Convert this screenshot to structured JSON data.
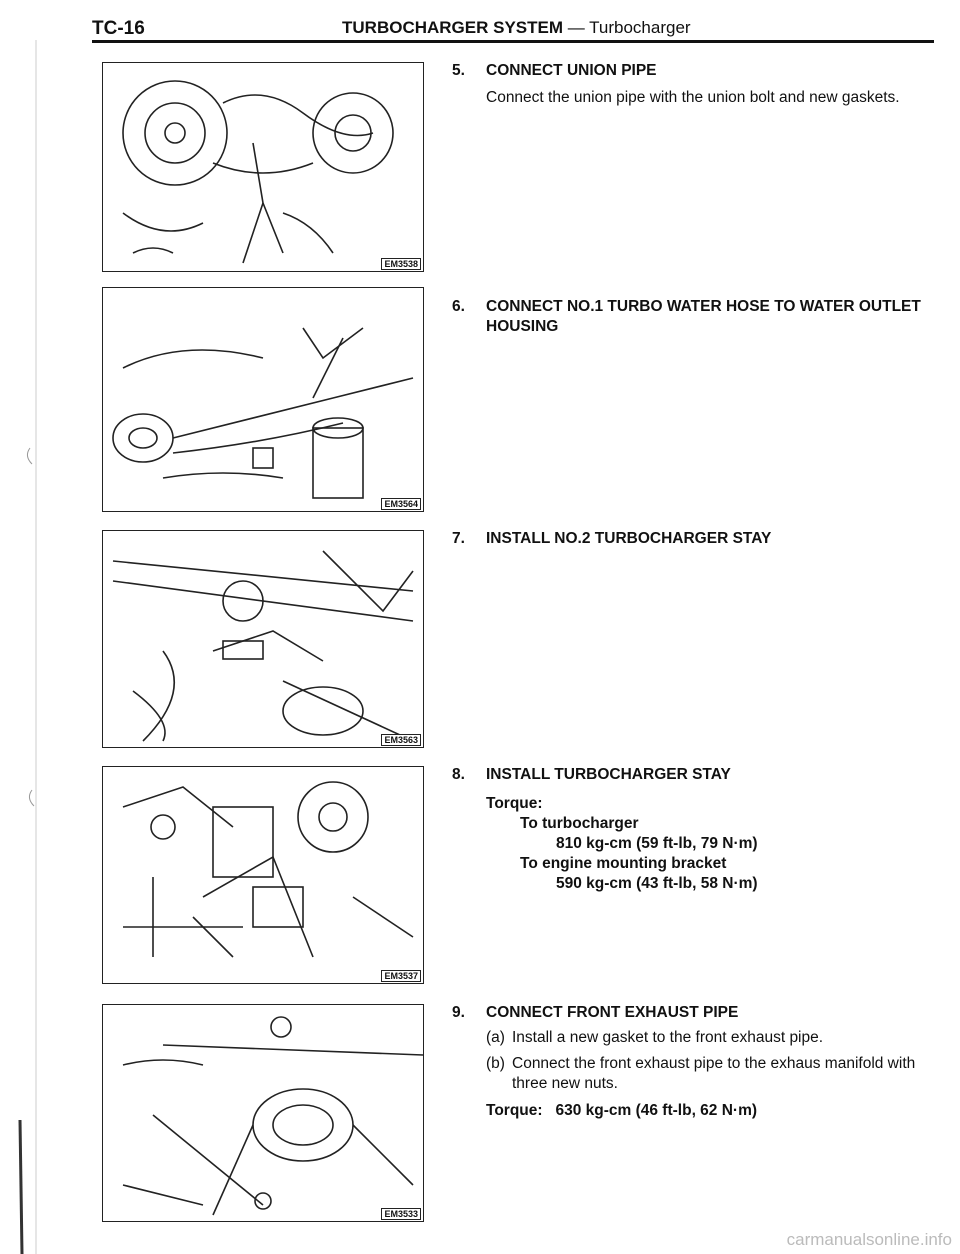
{
  "header": {
    "page_code": "TC-16",
    "title_bold": "TURBOCHARGER SYSTEM",
    "title_sep": " — ",
    "title_normal": "Turbocharger"
  },
  "figures": [
    {
      "code": "EM3538"
    },
    {
      "code": "EM3564"
    },
    {
      "code": "EM3563"
    },
    {
      "code": "EM3537"
    },
    {
      "code": "EM3533"
    }
  ],
  "steps": [
    {
      "num": "5.",
      "heading": "CONNECT UNION PIPE",
      "text": "Connect the union pipe with the union bolt and new gaskets."
    },
    {
      "num": "6.",
      "heading": "CONNECT NO.1 TURBO WATER HOSE TO WATER OUTLET HOUSING"
    },
    {
      "num": "7.",
      "heading": "INSTALL NO.2 TURBOCHARGER STAY"
    },
    {
      "num": "8.",
      "heading": "INSTALL TURBOCHARGER STAY",
      "torque_label": "Torque:",
      "items": [
        {
          "target": "To turbocharger",
          "value": "810 kg-cm (59 ft-lb, 79 N·m)"
        },
        {
          "target": "To engine mounting bracket",
          "value": "590 kg-cm (43 ft-lb, 58 N·m)"
        }
      ]
    },
    {
      "num": "9.",
      "heading": "CONNECT FRONT EXHAUST PIPE",
      "subs": [
        {
          "letter": "(a)",
          "text": "Install a new gasket to the front exhaust pipe."
        },
        {
          "letter": "(b)",
          "text": "Connect the front exhaust pipe to the exhaus manifold with three new nuts."
        }
      ],
      "torque_label": "Torque:",
      "torque_value": "630 kg-cm (46 ft-lb, 62 N·m)"
    }
  ],
  "footer": {
    "watermark": "carmanualsonline.info"
  }
}
